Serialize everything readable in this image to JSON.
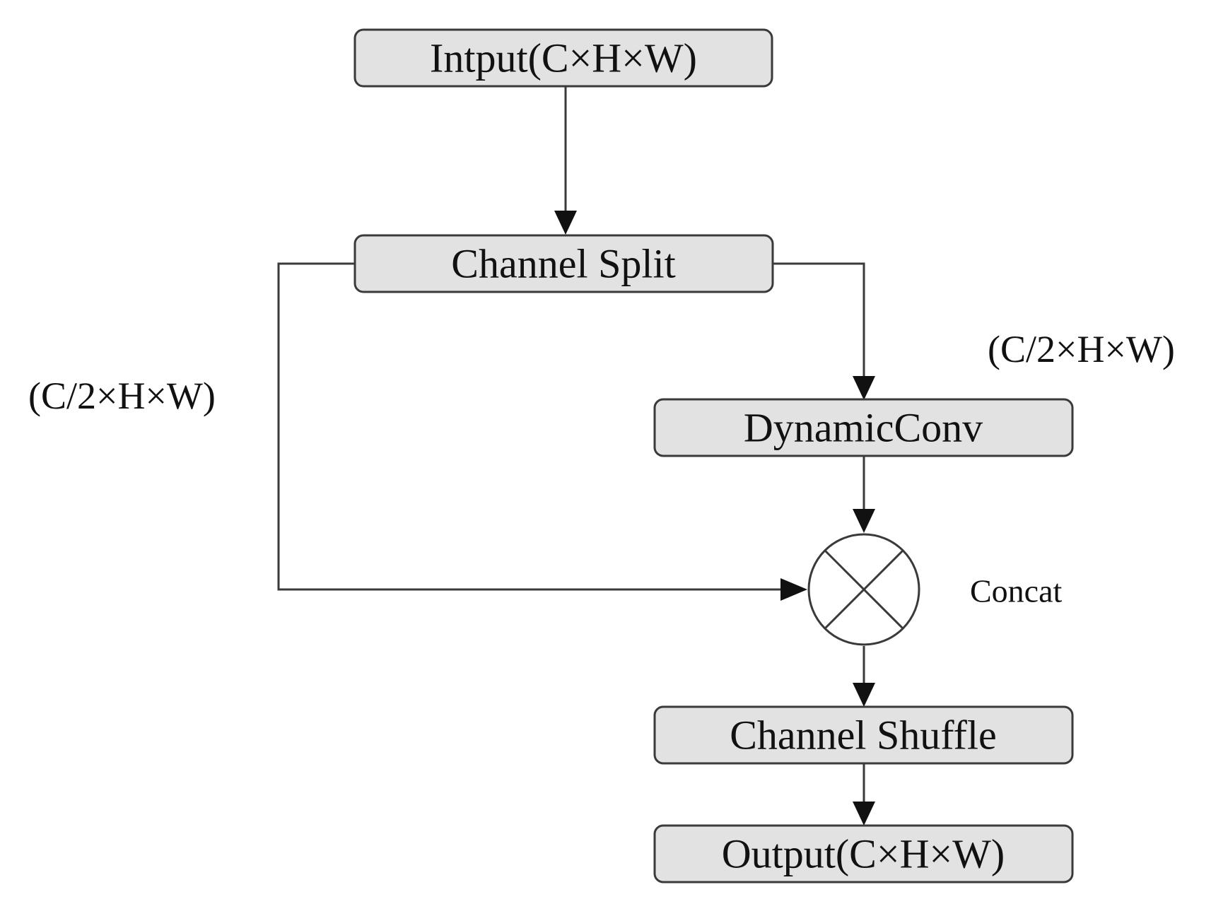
{
  "nodes": {
    "input": "Intput(C×H×W)",
    "channel_split": "Channel Split",
    "dynamic_conv": "DynamicConv",
    "channel_shuffle": "Channel Shuffle",
    "output": "Output(C×H×W)"
  },
  "labels": {
    "left_branch": "(C/2×H×W)",
    "right_branch": "(C/2×H×W)",
    "concat": "Concat"
  },
  "operator": {
    "concat_symbol": "circle-times-icon"
  },
  "edges": [
    {
      "from": "input",
      "to": "channel_split"
    },
    {
      "from": "channel_split",
      "to": "dynamic_conv"
    },
    {
      "from": "channel_split",
      "to": "concat"
    },
    {
      "from": "dynamic_conv",
      "to": "concat"
    },
    {
      "from": "concat",
      "to": "channel_shuffle"
    },
    {
      "from": "channel_shuffle",
      "to": "output"
    }
  ],
  "colors": {
    "box_fill": "#e2e2e2",
    "stroke": "#3a3a3a",
    "text": "#111111"
  }
}
